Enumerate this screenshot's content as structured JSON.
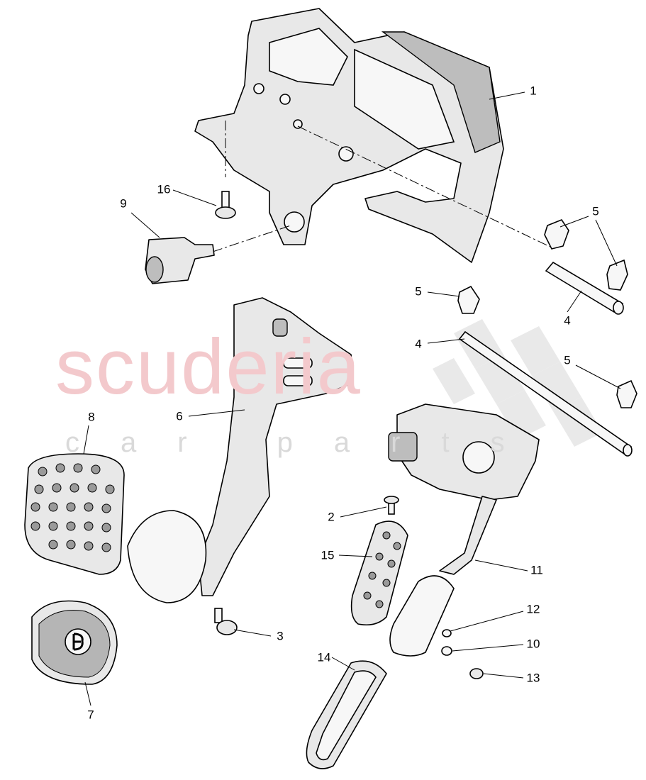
{
  "watermark": {
    "brand": "scuderia",
    "sub": "car parts"
  },
  "callouts": {
    "c1": "1",
    "c16": "16",
    "c9": "9",
    "c5a": "5",
    "c5b": "5",
    "c4a": "4",
    "c4b": "4",
    "c5c": "5",
    "c6": "6",
    "c8": "8",
    "c2": "2",
    "c15": "15",
    "c11": "11",
    "c12": "12",
    "c3": "3",
    "c10": "10",
    "c14": "14",
    "c13": "13",
    "c7": "7"
  }
}
